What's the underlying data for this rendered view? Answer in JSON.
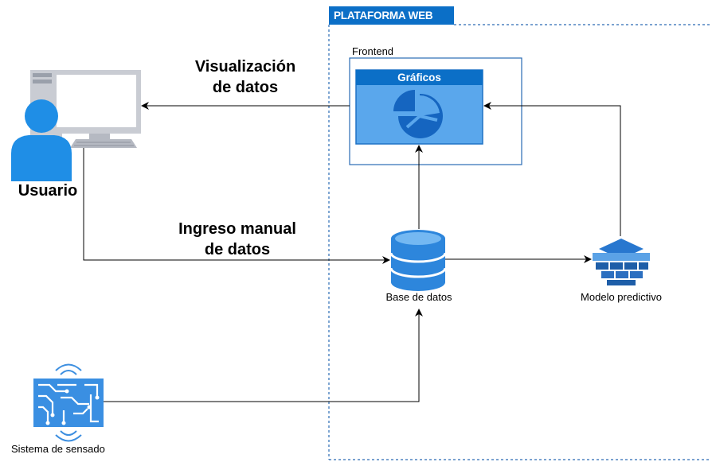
{
  "platform_label": "PLATAFORMA WEB",
  "frontend_label": "Frontend",
  "graficos_title": "Gráficos",
  "user_label": "Usuario",
  "visualization_label": {
    "line1": "Visualización",
    "line2": "de datos"
  },
  "manual_input_label": {
    "line1": "Ingreso manual",
    "line2": "de datos"
  },
  "database_label": "Base de datos",
  "model_label": "Modelo predictivo",
  "sensor_label": "Sistema de sensado",
  "colors": {
    "accent": "#0b6fc7",
    "icon_blue": "#2e8de0",
    "icon_light": "#6cb4f0",
    "dark_blue": "#1e5ea8"
  },
  "icons": [
    "user-computer-icon",
    "pie-chart-icon",
    "database-icon",
    "model-cubes-icon",
    "sensor-circuit-icon"
  ]
}
